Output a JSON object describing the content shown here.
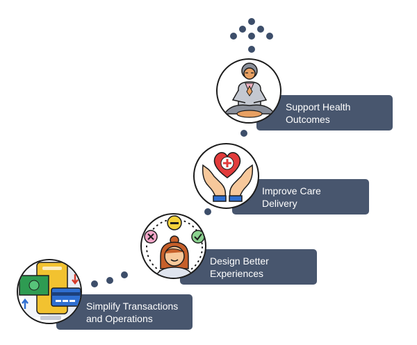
{
  "steps": [
    {
      "label": "Simplify Transactions\nand Operations",
      "icon": "payment-cards-icon"
    },
    {
      "label": "Design Better\nExperiences",
      "icon": "user-feedback-icon"
    },
    {
      "label": "Improve Care\nDelivery",
      "icon": "caring-hands-heart-icon"
    },
    {
      "label": "Support Health\nOutcomes",
      "icon": "meditating-person-icon"
    }
  ],
  "colors": {
    "box": "#48566e",
    "dots": "#3d4e6a",
    "text": "#ffffff"
  }
}
